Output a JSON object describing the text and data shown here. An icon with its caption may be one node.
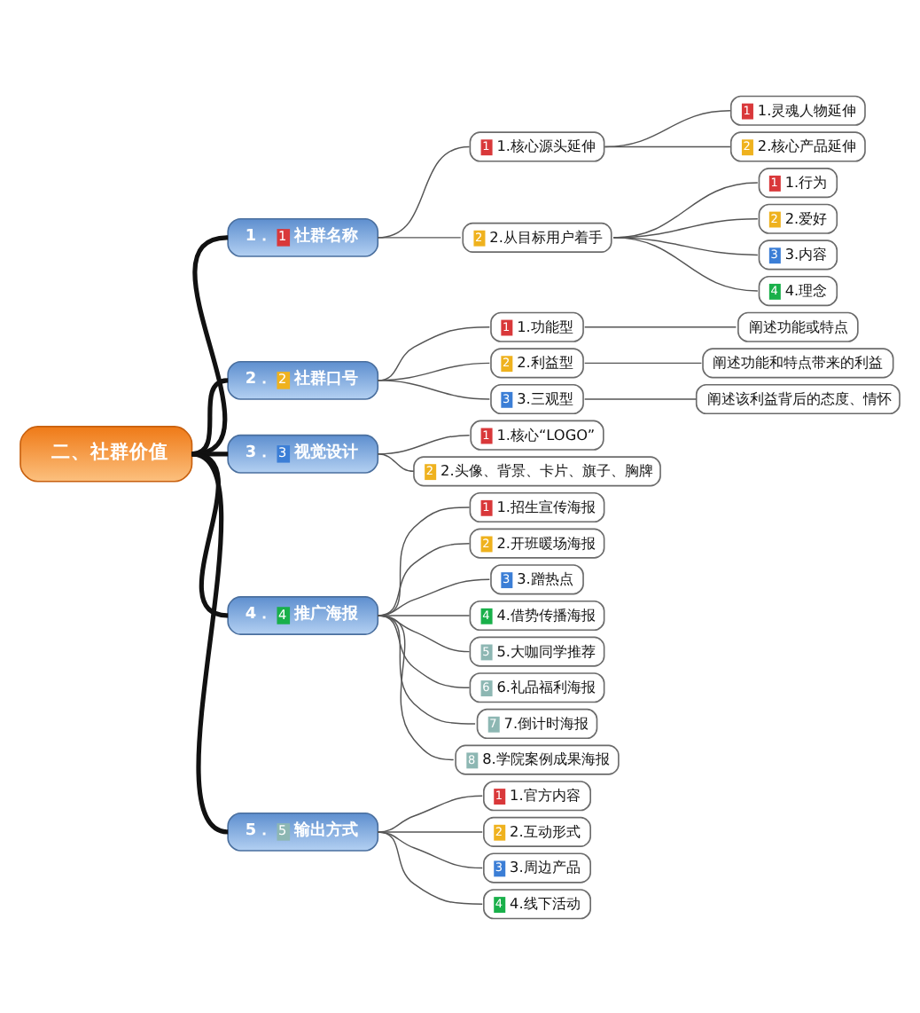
{
  "diagram": {
    "nodes": [
      {
        "text": [
          "二、社群价值"
        ]
      },
      {
        "text": [
          "1．",
          "1",
          "社群名称"
        ]
      },
      {
        "text": [
          "1",
          "1.核心源头延伸"
        ]
      },
      {
        "text": [
          "1",
          "1.灵魂人物延伸"
        ]
      },
      {
        "text": [
          "2",
          "2.核心产品延伸"
        ]
      },
      {
        "text": [
          "2",
          "2.从目标用户着手"
        ]
      },
      {
        "text": [
          "1",
          "1.行为"
        ]
      },
      {
        "text": [
          "2",
          "2.爱好"
        ]
      },
      {
        "text": [
          "3",
          "3.内容"
        ]
      },
      {
        "text": [
          "4",
          "4.理念"
        ]
      },
      {
        "text": [
          "2．",
          "2",
          "社群口号"
        ]
      },
      {
        "text": [
          "1",
          "1.功能型"
        ]
      },
      {
        "text": [
          "阐述功能或特点"
        ]
      },
      {
        "text": [
          "2",
          "2.利益型"
        ]
      },
      {
        "text": [
          "阐述功能和特点带来的利益"
        ]
      },
      {
        "text": [
          "3",
          "3.三观型"
        ]
      },
      {
        "text": [
          "阐述该利益背后的态度、情怀"
        ]
      },
      {
        "text": [
          "3．",
          "3",
          "视觉设计"
        ]
      },
      {
        "text": [
          "1",
          "1.核心“LOGO”"
        ]
      },
      {
        "text": [
          "2",
          "2.头像、背景、卡片、旗子、胸牌"
        ]
      },
      {
        "text": [
          "4．",
          "4",
          "推广海报"
        ]
      },
      {
        "text": [
          "1",
          "1.招生宣传海报"
        ]
      },
      {
        "text": [
          "2",
          "2.开班暖场海报"
        ]
      },
      {
        "text": [
          "3",
          "3.蹭热点"
        ]
      },
      {
        "text": [
          "4",
          "4.借势传播海报"
        ]
      },
      {
        "text": [
          "5",
          "5.大咖同学推荐"
        ]
      },
      {
        "text": [
          "6",
          "6.礼品福利海报"
        ]
      },
      {
        "text": [
          "7",
          "7.倒计时海报"
        ]
      },
      {
        "text": [
          "8",
          "8.学院案例成果海报"
        ]
      },
      {
        "text": [
          "5．",
          "5",
          "输出方式"
        ]
      },
      {
        "text": [
          "1",
          "1.官方内容"
        ]
      },
      {
        "text": [
          "2",
          "2.互动形式"
        ]
      },
      {
        "text": [
          "3",
          "3.周边产品"
        ]
      },
      {
        "text": [
          "4",
          "4.线下活动"
        ]
      }
    ],
    "edges": [
      {
        "from": 0,
        "to": 1,
        "arrow": "none",
        "style": "thick"
      },
      {
        "from": 1,
        "to": 2,
        "arrow": "none"
      },
      {
        "from": 2,
        "to": 3,
        "arrow": "none"
      },
      {
        "from": 2,
        "to": 4,
        "arrow": "none"
      },
      {
        "from": 1,
        "to": 5,
        "arrow": "none"
      },
      {
        "from": 5,
        "to": 6,
        "arrow": "none"
      },
      {
        "from": 5,
        "to": 7,
        "arrow": "none"
      },
      {
        "from": 5,
        "to": 8,
        "arrow": "none"
      },
      {
        "from": 5,
        "to": 9,
        "arrow": "none"
      },
      {
        "from": 0,
        "to": 10,
        "arrow": "none",
        "style": "thick"
      },
      {
        "from": 10,
        "to": 11,
        "arrow": "none"
      },
      {
        "from": 11,
        "to": 12,
        "arrow": "none"
      },
      {
        "from": 10,
        "to": 13,
        "arrow": "none"
      },
      {
        "from": 13,
        "to": 14,
        "arrow": "none"
      },
      {
        "from": 10,
        "to": 15,
        "arrow": "none"
      },
      {
        "from": 15,
        "to": 16,
        "arrow": "none"
      },
      {
        "from": 0,
        "to": 17,
        "arrow": "none",
        "style": "thick"
      },
      {
        "from": 17,
        "to": 18,
        "arrow": "none"
      },
      {
        "from": 17,
        "to": 19,
        "arrow": "none"
      },
      {
        "from": 0,
        "to": 20,
        "arrow": "none",
        "style": "thick"
      },
      {
        "from": 20,
        "to": 21,
        "arrow": "none"
      },
      {
        "from": 20,
        "to": 22,
        "arrow": "none"
      },
      {
        "from": 20,
        "to": 23,
        "arrow": "none"
      },
      {
        "from": 20,
        "to": 24,
        "arrow": "none"
      },
      {
        "from": 20,
        "to": 25,
        "arrow": "none"
      },
      {
        "from": 20,
        "to": 26,
        "arrow": "none"
      },
      {
        "from": 20,
        "to": 27,
        "arrow": "none"
      },
      {
        "from": 20,
        "to": 28,
        "arrow": "none"
      },
      {
        "from": 0,
        "to": 29,
        "arrow": "none",
        "style": "thick"
      },
      {
        "from": 29,
        "to": 30,
        "arrow": "none"
      },
      {
        "from": 29,
        "to": 31,
        "arrow": "none"
      },
      {
        "from": 29,
        "to": 32,
        "arrow": "none"
      },
      {
        "from": 29,
        "to": 33,
        "arrow": "none"
      }
    ]
  }
}
